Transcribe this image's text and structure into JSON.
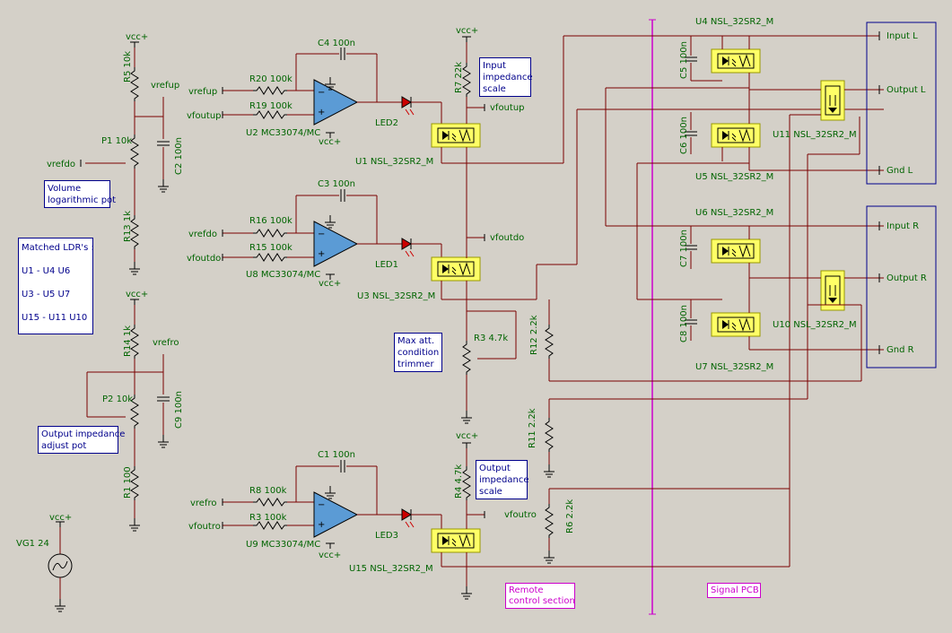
{
  "supply": "vcc+",
  "nets": {
    "vrefup": "vrefup",
    "vfoutup": "vfoutup",
    "vrefdo": "vrefdo",
    "vfoutdo": "vfoutdo",
    "vrefro": "vrefro",
    "vfoutro": "vfoutro"
  },
  "components": {
    "R5": "R5 10k",
    "P1": "P1 10k",
    "C2": "C2 100n",
    "R13": "R13 1k",
    "R14": "R14 1k",
    "P2": "P2 10k",
    "C9": "C9 100n",
    "R1": "R1 100",
    "VG1": "VG1 24",
    "R20": "R20 100k",
    "R19": "R19 100k",
    "C4": "C4 100n",
    "U2": "U2 MC33074/MC",
    "LED2": "LED2",
    "R16": "R16 100k",
    "R15": "R15 100k",
    "C3": "C3 100n",
    "U8": "U8 MC33074/MC",
    "LED1": "LED1",
    "R8": "R8 100k",
    "R3": "R3 100k",
    "C1": "C1 100n",
    "U9": "U9 MC33074/MC",
    "LED3": "LED3",
    "R7": "R7 22k",
    "R4": "R4 4.7k",
    "R3t": "R3 4.7k",
    "U1": "U1 NSL_32SR2_M",
    "U3": "U3 NSL_32SR2_M",
    "U15": "U15 NSL_32SR2_M",
    "R12": "R12 2.2k",
    "R11": "R11 2.2k",
    "R6": "R6 2.2k",
    "U4": "U4 NSL_32SR2_M",
    "U5": "U5 NSL_32SR2_M",
    "U6": "U6 NSL_32SR2_M",
    "U7": "U7 NSL_32SR2_M",
    "U11": "U11 NSL_32SR2_M",
    "U10": "U10 NSL_32SR2_M",
    "C5": "C5 100n",
    "C6": "C6 100n",
    "C7": "C7 100n",
    "C8": "C8 100n"
  },
  "ports": {
    "inputL": "Input L",
    "outputL": "Output L",
    "gndL": "Gnd L",
    "inputR": "Input R",
    "outputR": "Output R",
    "gndR": "Gnd R"
  },
  "notes": {
    "volume": [
      "Volume",
      "logarithmic pot"
    ],
    "matched": [
      "Matched LDR's :",
      "U1 -   U4 U6",
      "U3 -   U5 U7",
      "U15 -   U11 U10"
    ],
    "outimp": [
      "Output impedance",
      "adjust pot"
    ],
    "inscale": [
      "Input",
      "impedance",
      "scale"
    ],
    "maxatt": [
      "Max att.",
      "condition",
      "trimmer"
    ],
    "outscale": [
      "Output",
      "impedance",
      "scale"
    ],
    "remote": [
      "Remote",
      "control section"
    ],
    "signal": [
      "Signal PCB"
    ]
  },
  "colors": {
    "wire": "#7a0000",
    "label": "#006400",
    "note": "#00008b",
    "pcb": "#cc00cc",
    "ldr": "#ffff66"
  }
}
